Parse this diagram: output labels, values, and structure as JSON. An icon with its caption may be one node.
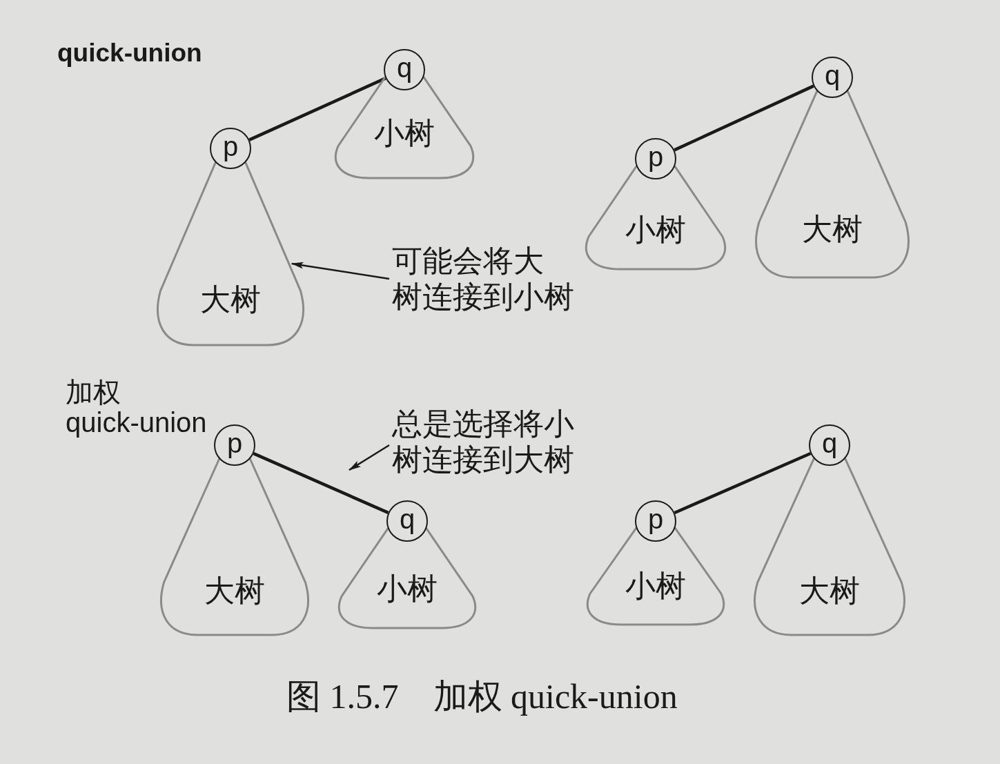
{
  "diagram": {
    "caption": "图 1.5.7　加权 quick-union",
    "nodes": [
      {
        "text": [
          "小树"
        ]
      },
      {
        "text": [
          "q"
        ],
        "in": 0
      },
      {
        "text": [
          "大树"
        ]
      },
      {
        "text": [
          "p"
        ],
        "in": 2
      },
      {
        "text": [
          "可能会将大树连接到小树"
        ]
      },
      {
        "text": [
          "大树"
        ]
      },
      {
        "text": [
          "q"
        ],
        "in": 5
      },
      {
        "text": [
          "小树"
        ]
      },
      {
        "text": [
          "p"
        ],
        "in": 7
      },
      {
        "text": [
          "总是选择将小树连接到大树"
        ]
      },
      {
        "text": [
          "大树"
        ]
      },
      {
        "text": [
          "p"
        ],
        "in": 10
      },
      {
        "text": [
          "小树"
        ]
      },
      {
        "text": [
          "q"
        ],
        "in": 12
      },
      {
        "text": [
          "大树"
        ]
      },
      {
        "text": [
          "q"
        ],
        "in": 14
      },
      {
        "text": [
          "小树"
        ]
      },
      {
        "text": [
          "p"
        ],
        "in": 16
      }
    ],
    "edges": [
      {
        "from": 3,
        "to": 1,
        "arrow": "none"
      },
      {
        "from": 4,
        "to": 2,
        "arrow": "to"
      },
      {
        "from": 8,
        "to": 6,
        "arrow": "none"
      },
      {
        "from": 9,
        "to": null,
        "arrow": "to"
      },
      {
        "from": 11,
        "to": 13,
        "arrow": "none"
      },
      {
        "from": 17,
        "to": 15,
        "arrow": "none"
      }
    ],
    "labels": [
      "quick-union",
      "加权 quick-union"
    ]
  }
}
